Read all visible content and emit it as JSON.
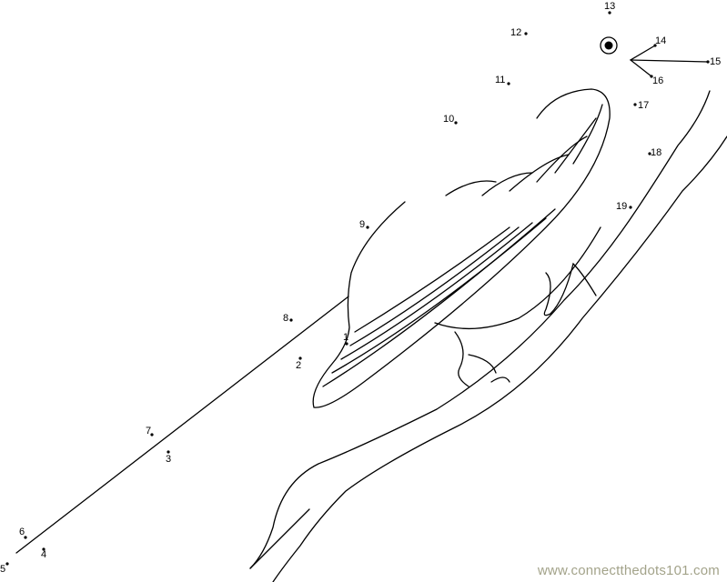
{
  "dots": [
    {
      "label": "1"
    },
    {
      "label": "2"
    },
    {
      "label": "3"
    },
    {
      "label": "4"
    },
    {
      "label": "5"
    },
    {
      "label": "6"
    },
    {
      "label": "7"
    },
    {
      "label": "8"
    },
    {
      "label": "9"
    },
    {
      "label": "10"
    },
    {
      "label": "11"
    },
    {
      "label": "12"
    },
    {
      "label": "13"
    },
    {
      "label": "14"
    },
    {
      "label": "15"
    },
    {
      "label": "16"
    },
    {
      "label": "17"
    },
    {
      "label": "18"
    },
    {
      "label": "19"
    }
  ],
  "watermark": "www.connectthedots101.com",
  "colors": {
    "line": "#000000",
    "watermark": "#a3a38a"
  }
}
